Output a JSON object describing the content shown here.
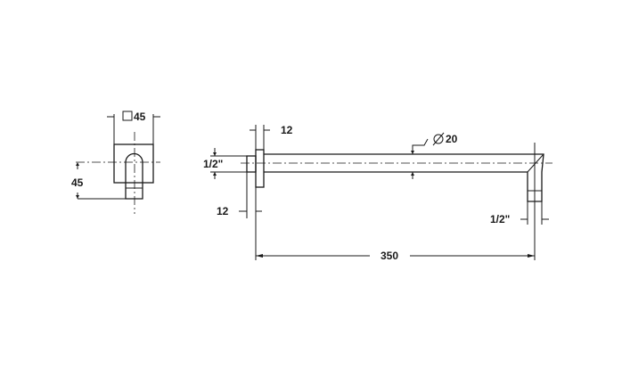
{
  "side_view": {
    "width_label": "45",
    "height_label": "45"
  },
  "front_view": {
    "flange_thickness_top": "12",
    "flange_offset_bottom": "12",
    "inlet_thread": "1/2\"",
    "pipe_diameter": "20",
    "outlet_thread": "1/2\"",
    "length": "350"
  }
}
